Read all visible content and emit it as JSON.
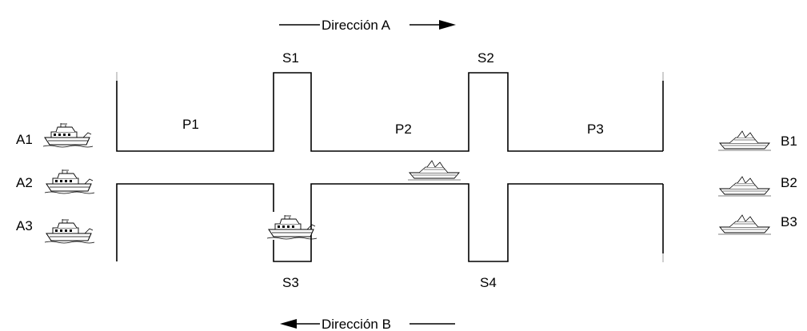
{
  "directions": {
    "a": "Dirección A",
    "b": "Dirección B"
  },
  "sections": {
    "p1": "P1",
    "p2": "P2",
    "p3": "P3"
  },
  "stations": {
    "s1": "S1",
    "s2": "S2",
    "s3": "S3",
    "s4": "S4"
  },
  "boats_left": [
    "A1",
    "A2",
    "A3"
  ],
  "boats_right": [
    "B1",
    "B2",
    "B3"
  ],
  "icons": {
    "boat_left": "motor-yacht-icon",
    "boat_right": "sail-cruiser-icon"
  }
}
